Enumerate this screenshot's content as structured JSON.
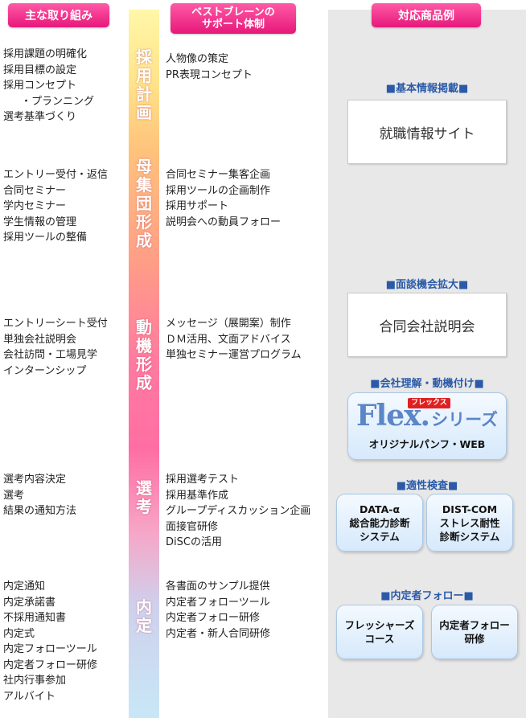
{
  "headers": {
    "left": "主な取り組み",
    "mid_line1": "ベストブレーンの",
    "mid_line2": "サポート体制",
    "right": "対応商品例"
  },
  "stages": [
    {
      "label": "採用計画",
      "chars": [
        "採",
        "用",
        "計",
        "画"
      ]
    },
    {
      "label": "母集団形成",
      "chars": [
        "母",
        "集",
        "団",
        "形",
        "成"
      ]
    },
    {
      "label": "動機形成",
      "chars": [
        "動",
        "機",
        "形",
        "成"
      ]
    },
    {
      "label": "選考",
      "chars": [
        "選",
        "考"
      ]
    },
    {
      "label": "内定",
      "chars": [
        "内",
        "定"
      ]
    }
  ],
  "main_activities": [
    [
      "採用課題の明確化",
      "採用目標の設定",
      "採用コンセプト",
      "・プランニング",
      "選考基準づくり"
    ],
    [
      "エントリー受付・返信",
      "合同セミナー",
      "学内セミナー",
      "学生情報の管理",
      "採用ツールの整備"
    ],
    [
      "エントリーシート受付",
      "単独会社説明会",
      "会社訪問・工場見学",
      "インターンシップ"
    ],
    [
      "選考内容決定",
      "選考",
      "結果の通知方法"
    ],
    [
      "内定通知",
      "内定承諾書",
      "不採用通知書",
      "内定式",
      "内定フォローツール",
      "内定者フォロー研修",
      "社内行事参加",
      "アルバイト"
    ]
  ],
  "support": [
    [
      "人物像の策定",
      "PR表現コンセプト"
    ],
    [
      "合同セミナー集客企画",
      "採用ツールの企画制作",
      "採用サポート",
      "説明会への動員フォロー"
    ],
    [
      "メッセージ（展開案）制作",
      "ＤＭ活用、文面アドバイス",
      "単独セミナー運営プログラム"
    ],
    [
      "採用選考テスト",
      "採用基準作成",
      "グループディスカッション企画",
      "面接官研修",
      "DiSCの活用"
    ],
    [
      "各書面のサンプル提供",
      "内定者フォローツール",
      "内定者フォロー研修",
      "内定者・新人合同研修"
    ]
  ],
  "products": {
    "basic": {
      "label": "■基本情報掲載■",
      "item": "就職情報サイト"
    },
    "interview": {
      "label": "■面談機会拡大■",
      "item": "合同会社説明会"
    },
    "motivation": {
      "label": "■会社理解・動機付け■",
      "logo_main": "Flex.",
      "logo_series": "シリーズ",
      "logo_ruby": "フレックス",
      "sub": "オリジナルパンフ・WEB"
    },
    "aptitude": {
      "label": "■適性検査■",
      "item1_line1": "DATA-α",
      "item1_line2": "総合能力診断",
      "item1_line3": "システム",
      "item2_line1": "DIST-COM",
      "item2_line2": "ストレス耐性",
      "item2_line3": "診断システム"
    },
    "followup": {
      "label": "■内定者フォロー■",
      "item1_line1": "フレッシャーズ",
      "item1_line2": "コース",
      "item2_line1": "内定者フォロー",
      "item2_line2": "研修"
    }
  },
  "colors": {
    "header_pink": "#e6187a",
    "section_blue": "#2a5aa8",
    "panel_gray": "#e8e8e8",
    "logo_blue": "#5b86c7"
  }
}
